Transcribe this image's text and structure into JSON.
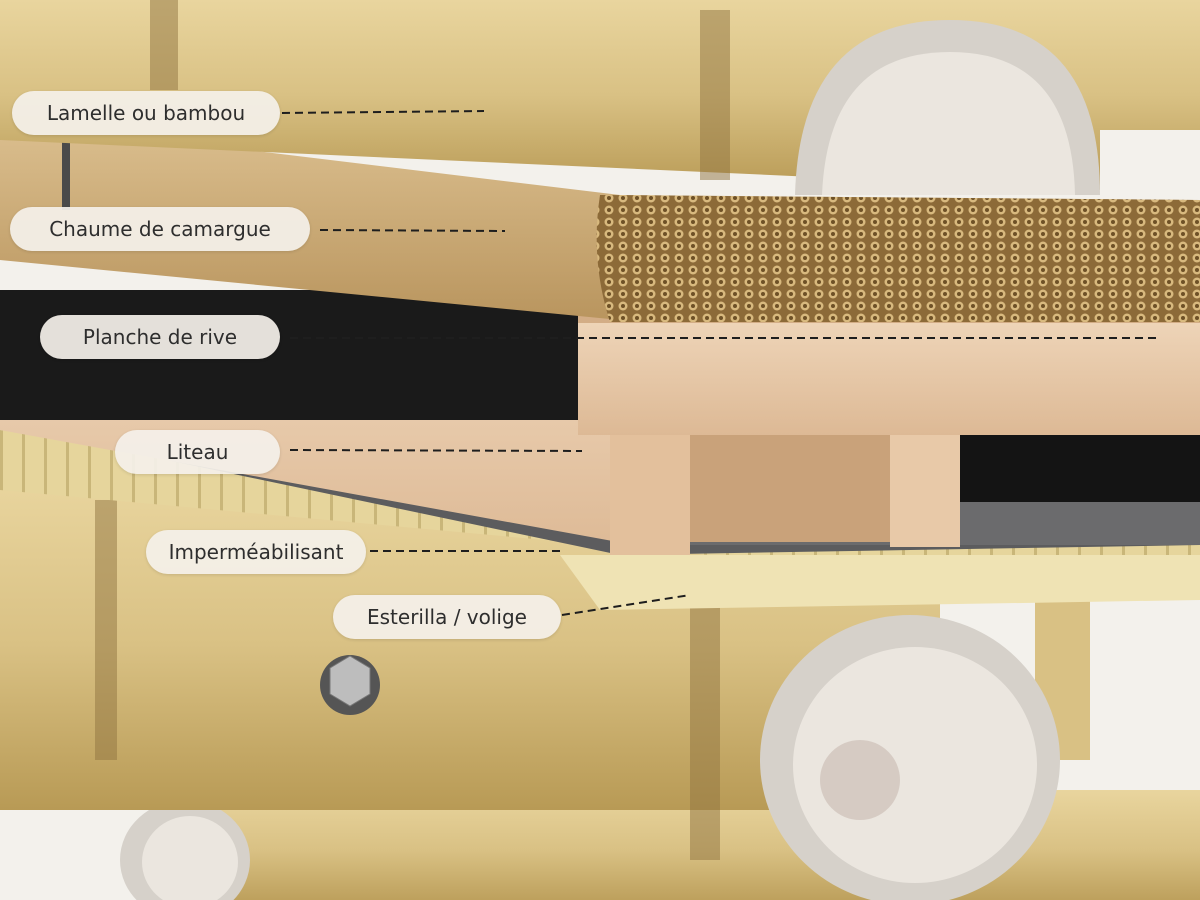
{
  "labels": [
    {
      "key": "lamelle",
      "text": "Lamelle ou bambou"
    },
    {
      "key": "chaume",
      "text": "Chaume de camargue"
    },
    {
      "key": "planche",
      "text": "Planche de rive"
    },
    {
      "key": "liteau",
      "text": "Liteau"
    },
    {
      "key": "impermeabilisant",
      "text": "Imperméabilisant"
    },
    {
      "key": "esterilla",
      "text": "Esterilla / volige"
    }
  ],
  "colors": {
    "bamboo": "#d9c184",
    "bamboo_dark": "#b89a55",
    "bamboo_inner": "#e8e3dc",
    "thatch": "#c9a96a",
    "thatch_end": "#a8834a",
    "wood": "#e8c9a8",
    "wood_dark": "#d8b48e",
    "membrane": "#5c5c5e",
    "esterilla": "#e6d59c",
    "leader": "#1e1e1e"
  }
}
